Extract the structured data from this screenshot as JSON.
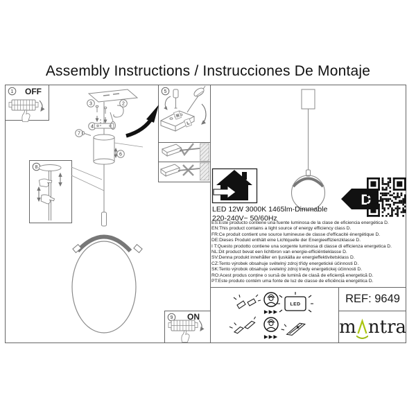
{
  "title": "Assembly Instructions / Instrucciones De Montaje",
  "steps": {
    "n1": "1",
    "n2": "2",
    "n3": "3",
    "n4": "4",
    "n5": "5",
    "n6": "6",
    "n7": "7",
    "n8": "8",
    "n9": "9"
  },
  "switch": {
    "off": "OFF",
    "on": "ON"
  },
  "wiring": {
    "neutral": "N",
    "live": "L"
  },
  "product": {
    "spec_line1": "LED 12W 3000K 1465lm-Dimmable",
    "spec_line2": "220-240V~ 50/60Hz",
    "energy_class": "D",
    "energy_notes": [
      "ES:Este producto contiene una fuente luminosa de la clase de eficiencia energética D.",
      "EN:This product contains a light source of energy efficiency class D.",
      "FR:Ce produit contient une source lumineuse de classe d'efficacité énergétique D.",
      "DE:Dieses Produkt enthält eine Lichtquelle der Energieeffizienzklasse D.",
      "I T:Questo prodotto contiene una sorgente luminosa di classe di efficienza energetica D.",
      "NL:Dit product bevat een lichtbron van energie-efficiëntieklasse D.",
      "SV:Denna produkt innehåller en ljuskälla av energieffektivitetsklass D.",
      "CZ:Tento výrobek obsahuje světelný zdroj třídy energetické účinnosti D.",
      "SK:Tento výrobok obsahuje svetelný zdroj triedy energetickej účinnosti D.",
      "RO:Acest produs conține o sursă de lumină de clasă de eficiență energetică D.",
      "PT:Este produto contém uma fonte de luz de classe de eficiência energética D."
    ]
  },
  "replace_info": {
    "led_label": "LED",
    "arrows": "▶▶▶"
  },
  "footer": {
    "ref": "REF: 9649",
    "brand_m": "m",
    "brand_ntra": "ntra"
  },
  "colors": {
    "accent_green": "#aac50f",
    "ink": "#111111",
    "line_gray": "#8a8a8a"
  }
}
